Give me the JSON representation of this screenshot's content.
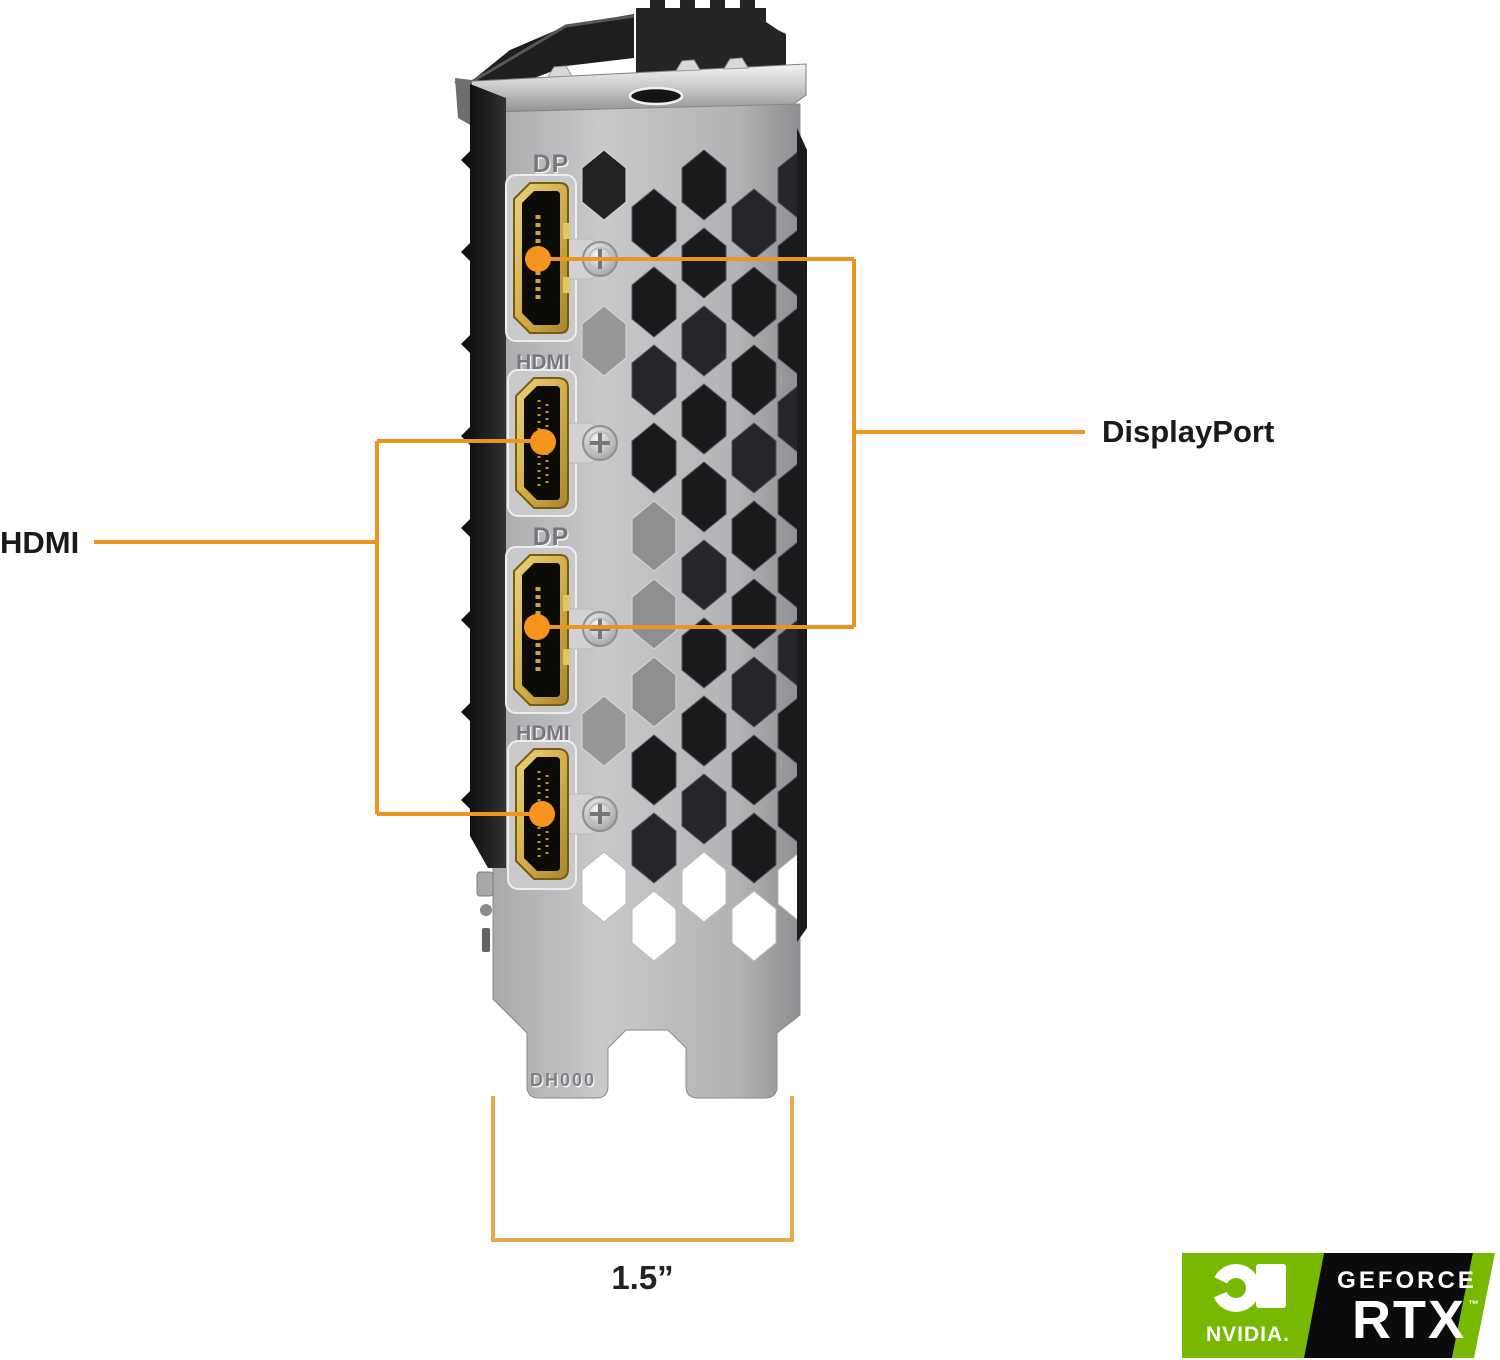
{
  "page": {
    "background": "#ffffff"
  },
  "card": {
    "port_labels": [
      "DP",
      "HDMI",
      "DP",
      "HDMI"
    ],
    "ports": [
      {
        "type": "displayport",
        "label": "DP"
      },
      {
        "type": "hdmi",
        "label": "HDMI"
      },
      {
        "type": "displayport",
        "label": "DP"
      },
      {
        "type": "hdmi",
        "label": "HDMI"
      }
    ],
    "bracket_marking": "DH000"
  },
  "callouts": {
    "hdmi_label": "HDMI",
    "displayport_label": "DisplayPort",
    "line_color": "#EE9421",
    "dot_color": "#F7941D"
  },
  "dimension": {
    "label": "1.5”",
    "line_color": "#E7A94E"
  },
  "badge": {
    "brand": "NVIDIA.",
    "product_line": "GEFORCE",
    "product": "RTX",
    "trademark": "™",
    "green": "#76B900",
    "black": "#0b0b0b"
  }
}
